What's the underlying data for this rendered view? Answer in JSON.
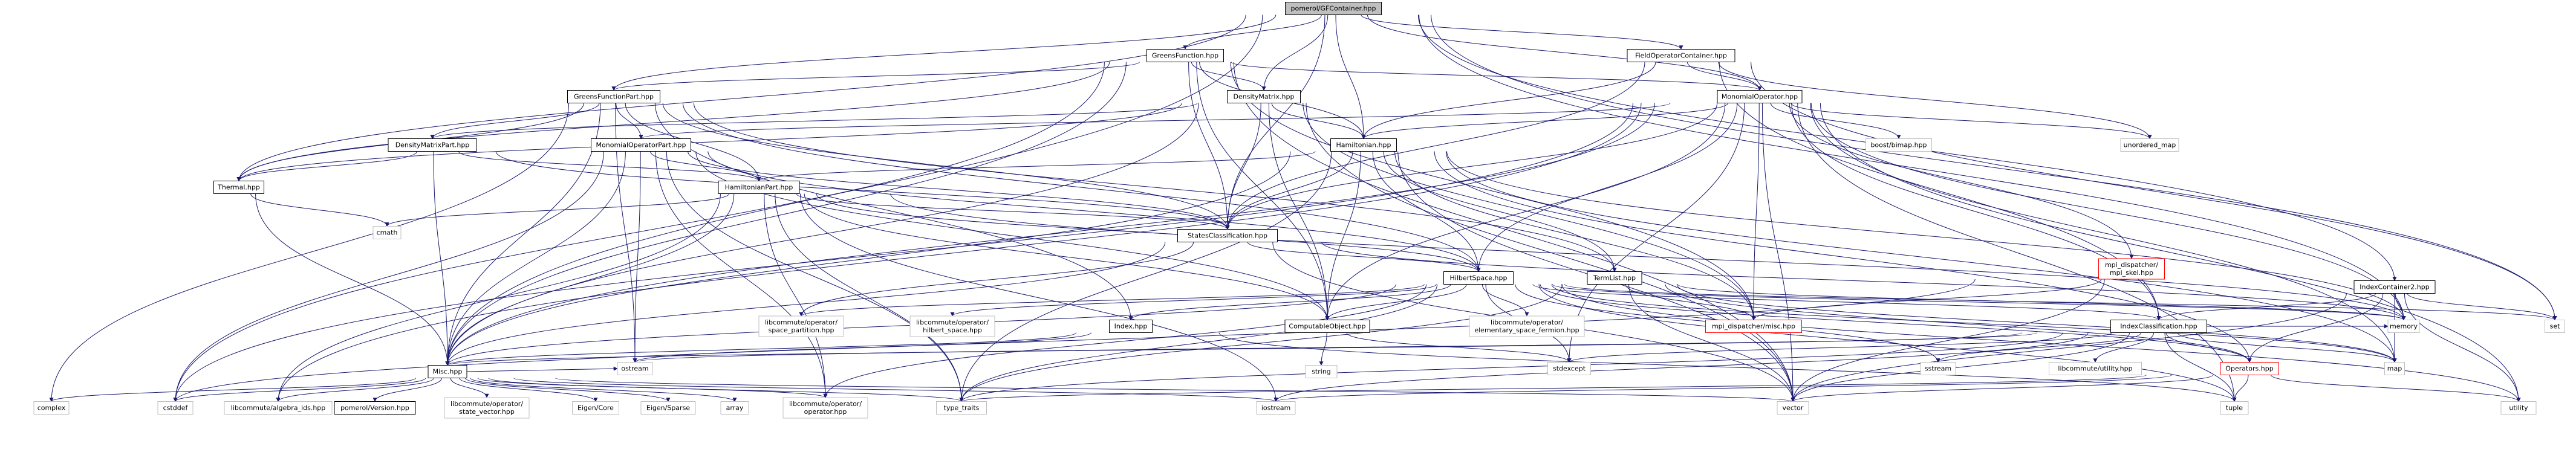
{
  "colors": {
    "root_fill": "#bfbfbf",
    "node_fill": "#ffffff",
    "internal_border": "#000000",
    "external_border": "#bfbfbf",
    "missing_border": "#ff0000",
    "edge": "#191970",
    "text": "#000000"
  },
  "graph": {
    "root": "pomerol/GFContainer.hpp",
    "nodes": [
      {
        "id": "root",
        "label": "pomerol/GFContainer.hpp",
        "kind": "root"
      },
      {
        "id": "gf",
        "label": "GreensFunction.hpp",
        "kind": "internal"
      },
      {
        "id": "foc",
        "label": "FieldOperatorContainer.hpp",
        "kind": "internal"
      },
      {
        "id": "gfp",
        "label": "GreensFunctionPart.hpp",
        "kind": "internal"
      },
      {
        "id": "dm",
        "label": "DensityMatrix.hpp",
        "kind": "internal"
      },
      {
        "id": "mo",
        "label": "MonomialOperator.hpp",
        "kind": "internal"
      },
      {
        "id": "dmp",
        "label": "DensityMatrixPart.hpp",
        "kind": "internal"
      },
      {
        "id": "mop",
        "label": "MonomialOperatorPart.hpp",
        "kind": "internal"
      },
      {
        "id": "ham",
        "label": "Hamiltonian.hpp",
        "kind": "internal"
      },
      {
        "id": "bimap",
        "label": "boost/bimap.hpp",
        "kind": "external"
      },
      {
        "id": "umap",
        "label": "unordered_map",
        "kind": "external"
      },
      {
        "id": "thermal",
        "label": "Thermal.hpp",
        "kind": "internal"
      },
      {
        "id": "hp",
        "label": "HamiltonianPart.hpp",
        "kind": "internal"
      },
      {
        "id": "cmath",
        "label": "cmath",
        "kind": "external"
      },
      {
        "id": "sc",
        "label": "StatesClassification.hpp",
        "kind": "internal"
      },
      {
        "id": "hs",
        "label": "HilbertSpace.hpp",
        "kind": "internal"
      },
      {
        "id": "tl",
        "label": "TermList.hpp",
        "kind": "internal"
      },
      {
        "id": "mpiskel",
        "label": "mpi_dispatcher/mpi_skel.hpp",
        "kind": "missing"
      },
      {
        "id": "ic2",
        "label": "IndexContainer2.hpp",
        "kind": "internal"
      },
      {
        "id": "lc_sp",
        "label": "libcommute/operator/space_partition.hpp",
        "kind": "external"
      },
      {
        "id": "lc_hs",
        "label": "libcommute/operator/hilbert_space.hpp",
        "kind": "external"
      },
      {
        "id": "index",
        "label": "Index.hpp",
        "kind": "internal"
      },
      {
        "id": "co",
        "label": "ComputableObject.hpp",
        "kind": "internal"
      },
      {
        "id": "lc_esf",
        "label": "libcommute/operator/elementary_space_fermion.hpp",
        "kind": "external"
      },
      {
        "id": "mpimisc",
        "label": "mpi_dispatcher/misc.hpp",
        "kind": "missing"
      },
      {
        "id": "icls",
        "label": "IndexClassification.hpp",
        "kind": "internal"
      },
      {
        "id": "memory",
        "label": "memory",
        "kind": "external"
      },
      {
        "id": "set",
        "label": "set",
        "kind": "external"
      },
      {
        "id": "ostream",
        "label": "ostream",
        "kind": "external"
      },
      {
        "id": "string",
        "label": "string",
        "kind": "external"
      },
      {
        "id": "stddexcept",
        "label": "stdexcept",
        "kind": "external"
      },
      {
        "id": "sstream",
        "label": "sstream",
        "kind": "external"
      },
      {
        "id": "lc_util",
        "label": "libcommute/utility.hpp",
        "kind": "external"
      },
      {
        "id": "ops",
        "label": "Operators.hpp",
        "kind": "missing"
      },
      {
        "id": "map",
        "label": "map",
        "kind": "external"
      },
      {
        "id": "misc",
        "label": "Misc.hpp",
        "kind": "internal"
      },
      {
        "id": "complex",
        "label": "complex",
        "kind": "external"
      },
      {
        "id": "cstddef",
        "label": "cstddef",
        "kind": "external"
      },
      {
        "id": "lc_alg",
        "label": "libcommute/algebra_ids.hpp",
        "kind": "external"
      },
      {
        "id": "version",
        "label": "pomerol/Version.hpp",
        "kind": "internal"
      },
      {
        "id": "lc_sv",
        "label": "libcommute/operator/state_vector.hpp",
        "kind": "external"
      },
      {
        "id": "eigencore",
        "label": "Eigen/Core",
        "kind": "external"
      },
      {
        "id": "eigensparse",
        "label": "Eigen/Sparse",
        "kind": "external"
      },
      {
        "id": "array",
        "label": "array",
        "kind": "external"
      },
      {
        "id": "lc_op",
        "label": "libcommute/operator/operator.hpp",
        "kind": "external"
      },
      {
        "id": "typetraits",
        "label": "type_traits",
        "kind": "external"
      },
      {
        "id": "iostream",
        "label": "iostream",
        "kind": "external"
      },
      {
        "id": "vector",
        "label": "vector",
        "kind": "external"
      },
      {
        "id": "tuple",
        "label": "tuple",
        "kind": "external"
      },
      {
        "id": "utility",
        "label": "utility",
        "kind": "external"
      }
    ],
    "edges": [
      [
        "root",
        "gf"
      ],
      [
        "root",
        "foc"
      ],
      [
        "root",
        "dm"
      ],
      [
        "root",
        "mo"
      ],
      [
        "root",
        "ham"
      ],
      [
        "root",
        "thermal"
      ],
      [
        "root",
        "sc"
      ],
      [
        "root",
        "ic2"
      ],
      [
        "root",
        "misc"
      ],
      [
        "root",
        "memory"
      ],
      [
        "root",
        "set"
      ],
      [
        "root",
        "gfp"
      ],
      [
        "gf",
        "gfp"
      ],
      [
        "gf",
        "dm"
      ],
      [
        "gf",
        "mo"
      ],
      [
        "gf",
        "ham"
      ],
      [
        "gf",
        "sc"
      ],
      [
        "gf",
        "co"
      ],
      [
        "gf",
        "thermal"
      ],
      [
        "gf",
        "misc"
      ],
      [
        "gf",
        "vector"
      ],
      [
        "gf",
        "cstddef"
      ],
      [
        "gf",
        "mpimisc"
      ],
      [
        "foc",
        "mo"
      ],
      [
        "foc",
        "ham"
      ],
      [
        "foc",
        "icls"
      ],
      [
        "foc",
        "sc"
      ],
      [
        "foc",
        "set"
      ],
      [
        "foc",
        "umap"
      ],
      [
        "gfp",
        "dmp"
      ],
      [
        "gfp",
        "mop"
      ],
      [
        "gfp",
        "hp"
      ],
      [
        "gfp",
        "thermal"
      ],
      [
        "gfp",
        "sc"
      ],
      [
        "gfp",
        "hs"
      ],
      [
        "gfp",
        "misc"
      ],
      [
        "gfp",
        "complex"
      ],
      [
        "gfp",
        "ostream"
      ],
      [
        "gfp",
        "index"
      ],
      [
        "gfp",
        "tl"
      ],
      [
        "dm",
        "dmp"
      ],
      [
        "dm",
        "ham"
      ],
      [
        "dm",
        "sc"
      ],
      [
        "dm",
        "thermal"
      ],
      [
        "dm",
        "co"
      ],
      [
        "dm",
        "misc"
      ],
      [
        "dm",
        "mpimisc"
      ],
      [
        "dm",
        "vector"
      ],
      [
        "mo",
        "mop"
      ],
      [
        "mo",
        "ham"
      ],
      [
        "mo",
        "hs"
      ],
      [
        "mo",
        "sc"
      ],
      [
        "mo",
        "icls"
      ],
      [
        "mo",
        "co"
      ],
      [
        "mo",
        "mpiskel"
      ],
      [
        "mo",
        "mpimisc"
      ],
      [
        "mo",
        "misc"
      ],
      [
        "mo",
        "bimap"
      ],
      [
        "mo",
        "umap"
      ],
      [
        "mo",
        "memory"
      ],
      [
        "mo",
        "map"
      ],
      [
        "mo",
        "vector"
      ],
      [
        "mo",
        "stddexcept"
      ],
      [
        "mo",
        "tuple"
      ],
      [
        "mo",
        "utility"
      ],
      [
        "mo",
        "cstddef"
      ],
      [
        "mo",
        "lc_alg"
      ],
      [
        "dmp",
        "hp"
      ],
      [
        "dmp",
        "thermal"
      ],
      [
        "dmp",
        "sc"
      ],
      [
        "dmp",
        "misc"
      ],
      [
        "mop",
        "hp"
      ],
      [
        "mop",
        "sc"
      ],
      [
        "mop",
        "hs"
      ],
      [
        "mop",
        "misc"
      ],
      [
        "mop",
        "ostream"
      ],
      [
        "mop",
        "co"
      ],
      [
        "mop",
        "lc_op"
      ],
      [
        "mop",
        "typetraits"
      ],
      [
        "mop",
        "cstddef"
      ],
      [
        "ham",
        "hp"
      ],
      [
        "ham",
        "sc"
      ],
      [
        "ham",
        "hs"
      ],
      [
        "ham",
        "co"
      ],
      [
        "ham",
        "misc"
      ],
      [
        "ham",
        "mpimisc"
      ],
      [
        "ham",
        "memory"
      ],
      [
        "ham",
        "map"
      ],
      [
        "ham",
        "vector"
      ],
      [
        "ham",
        "typetraits"
      ],
      [
        "ham",
        "ops"
      ],
      [
        "ham",
        "tl"
      ],
      [
        "thermal",
        "misc"
      ],
      [
        "thermal",
        "cmath"
      ],
      [
        "hp",
        "sc"
      ],
      [
        "hp",
        "hs"
      ],
      [
        "hp",
        "misc"
      ],
      [
        "hp",
        "co"
      ],
      [
        "hp",
        "lc_op"
      ],
      [
        "hp",
        "typetraits"
      ],
      [
        "hp",
        "iostream"
      ],
      [
        "hp",
        "lc_alg"
      ],
      [
        "hp",
        "cmath"
      ],
      [
        "hp",
        "memory"
      ],
      [
        "sc",
        "hs"
      ],
      [
        "sc",
        "misc"
      ],
      [
        "sc",
        "memory"
      ],
      [
        "sc",
        "vector"
      ],
      [
        "sc",
        "lc_sp"
      ],
      [
        "hs",
        "misc"
      ],
      [
        "hs",
        "co"
      ],
      [
        "hs",
        "lc_sp"
      ],
      [
        "hs",
        "lc_hs"
      ],
      [
        "hs",
        "lc_esf"
      ],
      [
        "hs",
        "index"
      ],
      [
        "hs",
        "icls"
      ],
      [
        "hs",
        "memory"
      ],
      [
        "hs",
        "map"
      ],
      [
        "hs",
        "set"
      ],
      [
        "hs",
        "sstream"
      ],
      [
        "hs",
        "stddexcept"
      ],
      [
        "hs",
        "typetraits"
      ],
      [
        "hs",
        "tuple"
      ],
      [
        "hs",
        "utility"
      ],
      [
        "hs",
        "lc_op"
      ],
      [
        "hs",
        "ops"
      ],
      [
        "tl",
        "mpimisc"
      ],
      [
        "tl",
        "memory"
      ],
      [
        "tl",
        "vector"
      ],
      [
        "tl",
        "map"
      ],
      [
        "tl",
        "typetraits"
      ],
      [
        "tl",
        "ops"
      ],
      [
        "mpiskel",
        "mpimisc"
      ],
      [
        "mpiskel",
        "vector"
      ],
      [
        "mpiskel",
        "cstddef"
      ],
      [
        "ic2",
        "icls"
      ],
      [
        "ic2",
        "memory"
      ],
      [
        "ic2",
        "set"
      ],
      [
        "ic2",
        "map"
      ],
      [
        "ic2",
        "ops"
      ],
      [
        "ic2",
        "utility"
      ],
      [
        "ic2",
        "vector"
      ],
      [
        "index",
        "misc"
      ],
      [
        "index",
        "ostream"
      ],
      [
        "index",
        "tuple"
      ],
      [
        "co",
        "string"
      ],
      [
        "co",
        "stddexcept"
      ],
      [
        "icls",
        "misc"
      ],
      [
        "icls",
        "ops"
      ],
      [
        "icls",
        "lc_util"
      ],
      [
        "icls",
        "memory"
      ],
      [
        "icls",
        "map"
      ],
      [
        "icls",
        "vector"
      ],
      [
        "icls",
        "tuple"
      ],
      [
        "icls",
        "sstream"
      ],
      [
        "icls",
        "iostream"
      ],
      [
        "icls",
        "stddexcept"
      ],
      [
        "icls",
        "typetraits"
      ],
      [
        "icls",
        "ostream"
      ],
      [
        "ops",
        "vector"
      ],
      [
        "ops",
        "tuple"
      ],
      [
        "ops",
        "utility"
      ],
      [
        "ops",
        "iostream"
      ],
      [
        "ops",
        "typetraits"
      ],
      [
        "misc",
        "complex"
      ],
      [
        "misc",
        "cstddef"
      ],
      [
        "misc",
        "lc_alg"
      ],
      [
        "misc",
        "version"
      ],
      [
        "misc",
        "lc_sv"
      ],
      [
        "misc",
        "eigencore"
      ],
      [
        "misc",
        "eigensparse"
      ],
      [
        "misc",
        "array"
      ],
      [
        "misc",
        "lc_op"
      ],
      [
        "misc",
        "typetraits"
      ],
      [
        "misc",
        "iostream"
      ],
      [
        "misc",
        "vector"
      ],
      [
        "misc",
        "ostream"
      ]
    ]
  }
}
